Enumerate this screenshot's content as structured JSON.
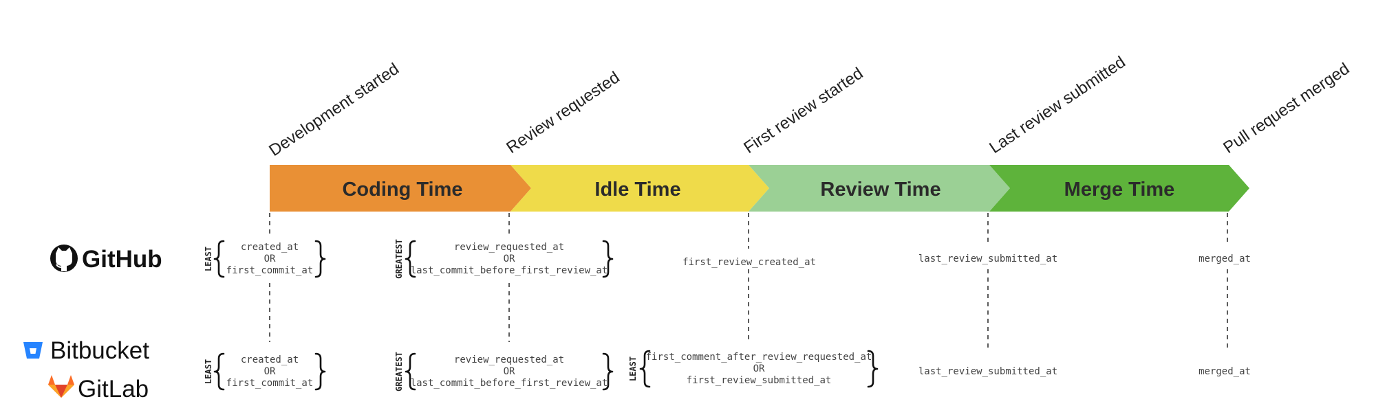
{
  "milestones": [
    "Development started",
    "Review requested",
    "First review started",
    "Last review submitted",
    "Pull request merged"
  ],
  "phases": [
    {
      "label": "Coding Time",
      "color": "#e99035"
    },
    {
      "label": "Idle Time",
      "color": "#efdb4a"
    },
    {
      "label": "Review Time",
      "color": "#9bd095"
    },
    {
      "label": "Merge Time",
      "color": "#5eb33b"
    }
  ],
  "providers": {
    "github": {
      "name": "GitHub"
    },
    "bitbucket": {
      "name": "Bitbucket"
    },
    "gitlab": {
      "name": "GitLab"
    }
  },
  "github_row": {
    "dev_started": {
      "fn": "LEAST",
      "lines": [
        "created_at",
        "OR",
        "first_commit_at"
      ]
    },
    "review_requested": {
      "fn": "GREATEST",
      "lines": [
        "review_requested_at",
        "OR",
        "last_commit_before_first_review_at"
      ]
    },
    "first_review": "first_review_created_at",
    "last_review": "last_review_submitted_at",
    "merged": "merged_at"
  },
  "bitbucket_gitlab_row": {
    "dev_started": {
      "fn": "LEAST",
      "lines": [
        "created_at",
        "OR",
        "first_commit_at"
      ]
    },
    "review_requested": {
      "fn": "GREATEST",
      "lines": [
        "review_requested_at",
        "OR",
        "last_commit_before_first_review_at"
      ]
    },
    "first_review": {
      "fn": "LEAST",
      "lines": [
        "first_comment_after_review_requested_at",
        "OR",
        "first_review_submitted_at"
      ]
    },
    "last_review": "last_review_submitted_at",
    "merged": "merged_at"
  }
}
